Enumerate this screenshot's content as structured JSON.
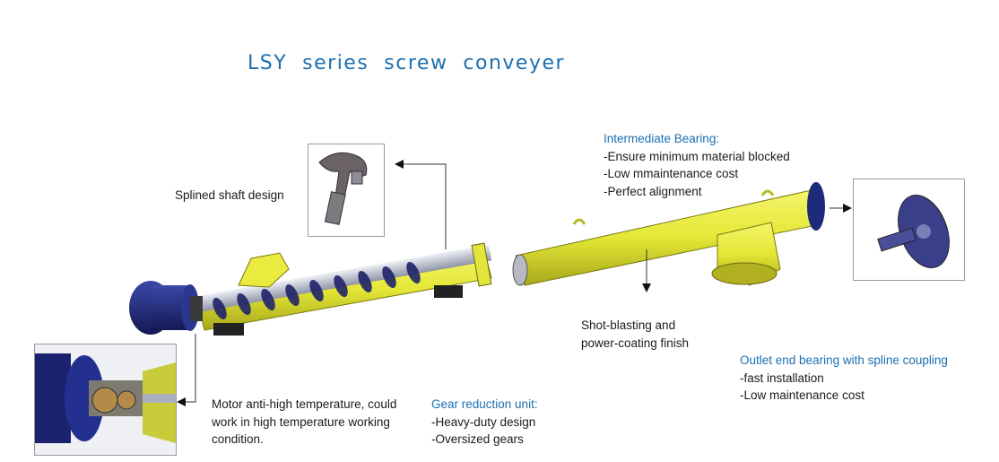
{
  "title": "LSY  series  screw  conveyer",
  "labels": {
    "splined": "Splined shaft design",
    "intermediate": {
      "heading": "Intermediate Bearing:",
      "items": [
        "-Ensure minimum material blocked",
        "-Low mmaintenance cost",
        "-Perfect alignment"
      ]
    },
    "shot": [
      "Shot-blasting and",
      "power-coating finish"
    ],
    "outlet": {
      "heading": "Outlet end bearing with spline coupling",
      "items": [
        "-fast installation",
        "-Low maintenance cost"
      ]
    },
    "motor": [
      "Motor anti-high temperature, could",
      "work in high temperature working",
      "condition."
    ],
    "gear": {
      "heading": "Gear reduction unit:",
      "items": [
        "-Heavy-duty design",
        "-Oversized gears"
      ]
    }
  },
  "colors": {
    "title_blue": "#1c6fb0",
    "tube_yellow": "#e7ea3a",
    "motor_blue": "#1e2a7a",
    "screw_silver": "#c8ccd8"
  }
}
